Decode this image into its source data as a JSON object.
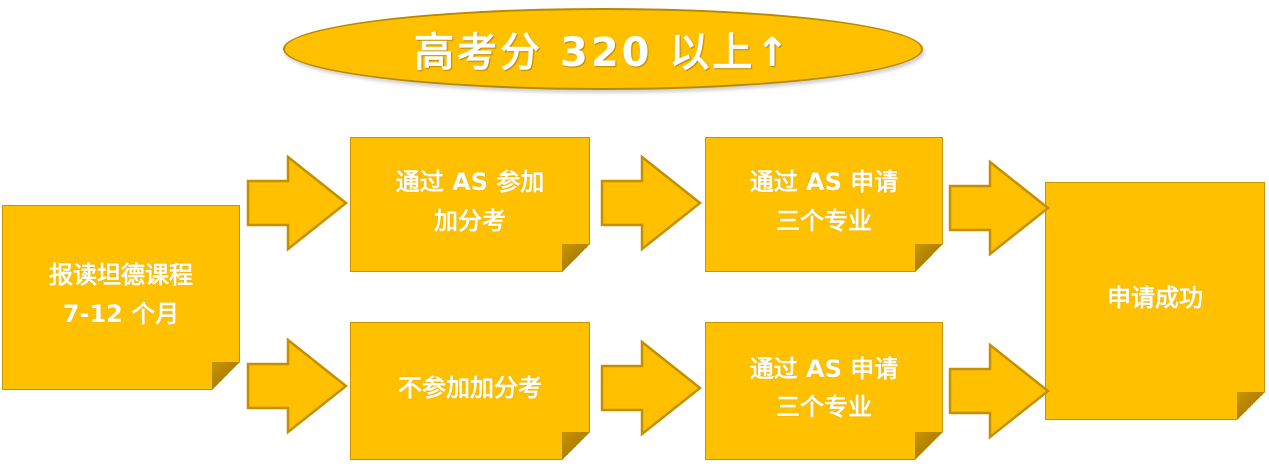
{
  "header": {
    "text": "高考分 320 以上↑"
  },
  "start": {
    "text": "报读坦德课程\n7-12 个月"
  },
  "top_row": {
    "step1": {
      "text": "通过 AS 参加\n加分考"
    },
    "step2": {
      "text": "通过 AS 申请\n三个专业"
    }
  },
  "bottom_row": {
    "step1": {
      "text": "不参加加分考"
    },
    "step2": {
      "text": "通过 AS 申请\n三个专业"
    }
  },
  "end": {
    "text": "申请成功"
  },
  "colors": {
    "fill": "#ffc000",
    "border": "#c89400",
    "text": "#ffffff"
  }
}
